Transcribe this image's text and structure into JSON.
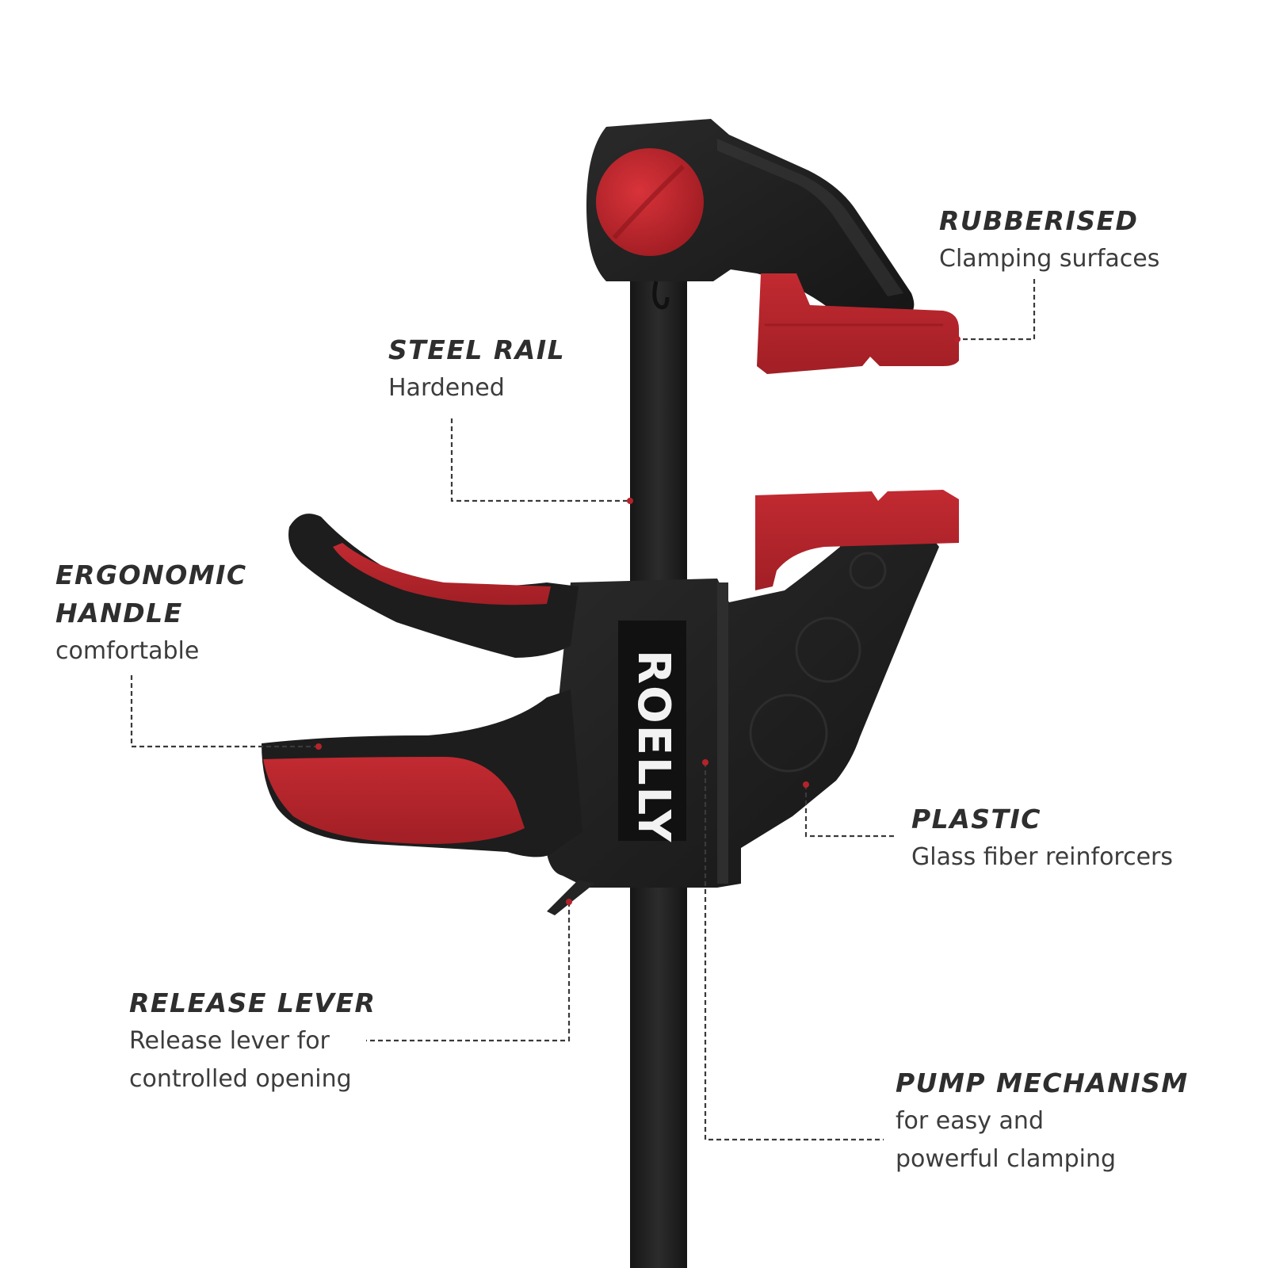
{
  "brand": "ROELLY",
  "colors": {
    "accent_red": "#b5232a",
    "body_black": "#1f1f1f",
    "text": "#3a3a3a"
  },
  "callouts": {
    "rubberised": {
      "title": "RUBBERISED",
      "desc": [
        "Clamping surfaces"
      ]
    },
    "steel_rail": {
      "title": "STEEL RAIL",
      "desc": [
        "Hardened"
      ]
    },
    "ergonomic_handle": {
      "title": [
        "ERGONOMIC",
        "HANDLE"
      ],
      "desc": [
        "comfortable"
      ]
    },
    "plastic": {
      "title": "PLASTIC",
      "desc": [
        "Glass fiber reinforcers"
      ]
    },
    "release_lever": {
      "title": "RELEASE LEVER",
      "desc": [
        "Release lever for",
        "controlled opening"
      ]
    },
    "pump_mechanism": {
      "title": "PUMP MECHANISM",
      "desc": [
        "for easy and",
        "powerful clamping"
      ]
    }
  }
}
